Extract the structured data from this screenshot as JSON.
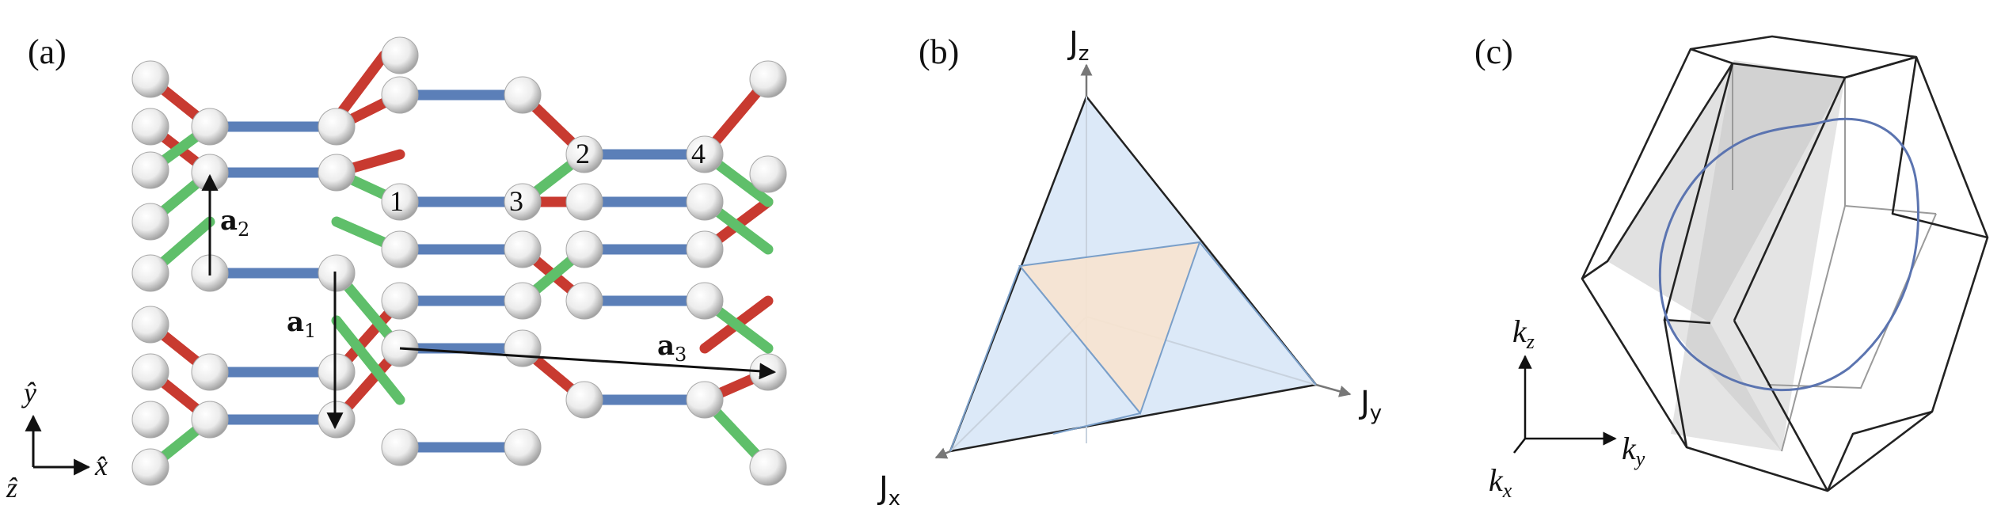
{
  "panel_a": {
    "label": "(a)",
    "sites": [
      "1",
      "2",
      "3",
      "4"
    ],
    "vectors": {
      "a1": "a",
      "a1_sub": "1",
      "a2": "a",
      "a2_sub": "2",
      "a3": "a",
      "a3_sub": "3"
    },
    "axes": {
      "y": "ŷ",
      "x": "x̂",
      "z": "ẑ"
    },
    "bond_colors": {
      "x_bond": "#5b7fb8",
      "y_bond": "#c83a30",
      "z_bond": "#5fbf6a"
    }
  },
  "panel_b": {
    "label": "(b)",
    "axes": {
      "z": "J",
      "z_sub": "z",
      "x": "J",
      "x_sub": "x",
      "y": "J",
      "y_sub": "y"
    },
    "colors": {
      "outer": "#d9e8f8",
      "inner": "#f6e1cc",
      "edge": "#7a9fc9"
    }
  },
  "panel_c": {
    "label": "(c)",
    "axes": {
      "z": "k",
      "z_sub": "z",
      "y": "k",
      "y_sub": "y",
      "x": "k",
      "x_sub": "x"
    },
    "colors": {
      "fermi_line": "#5b74b0",
      "plane": "#bdbdbd"
    }
  }
}
